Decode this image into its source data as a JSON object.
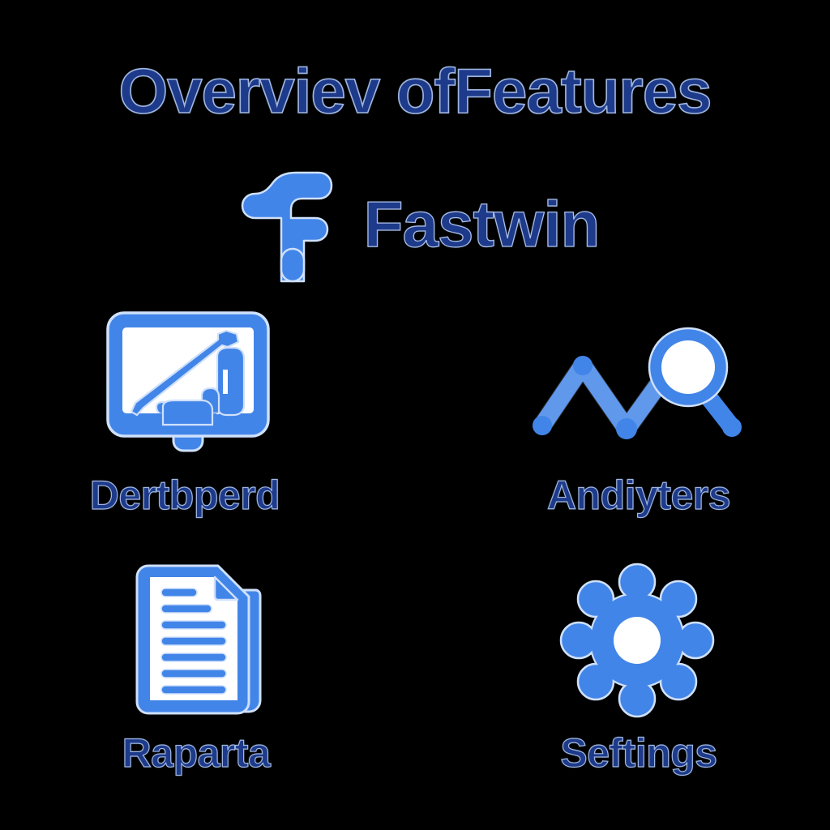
{
  "page": {
    "background_color": "#000000",
    "text_color": "#1e3a8a",
    "text_outline_color": "#9fb6e0",
    "icon_color": "#4285e8",
    "icon_highlight_color": "#ffffff"
  },
  "header": {
    "title": "Overviev ofFeatures"
  },
  "brand": {
    "logo_icon": "fastwin-f-logo-icon",
    "name": "Fastwin"
  },
  "features": [
    {
      "id": "dashboard",
      "label": "Dertbperd",
      "icon": "monitor-chart-icon"
    },
    {
      "id": "analytics",
      "label": "Andiyters",
      "icon": "line-chart-magnifier-icon"
    },
    {
      "id": "reports",
      "label": "Raparta",
      "icon": "document-lines-icon"
    },
    {
      "id": "settings",
      "label": "Seftings",
      "icon": "gear-icon"
    }
  ]
}
